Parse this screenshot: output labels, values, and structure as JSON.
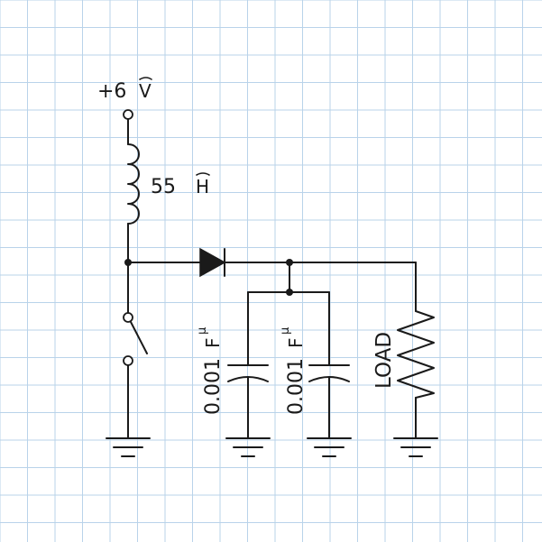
{
  "diagram": {
    "type": "circuit-schematic",
    "background": "#ffffff",
    "grid_color": "#b9d3ea",
    "ink_color": "#1a1a1a",
    "supply": {
      "value": "+6",
      "unit": "V"
    },
    "inductor": {
      "value": "55",
      "unit": "H"
    },
    "capacitors": [
      {
        "value": "0.001",
        "unit": "F",
        "prefix": "μ"
      },
      {
        "value": "0.001",
        "unit": "F",
        "prefix": "μ"
      }
    ],
    "load": {
      "label": "LOAD"
    }
  }
}
